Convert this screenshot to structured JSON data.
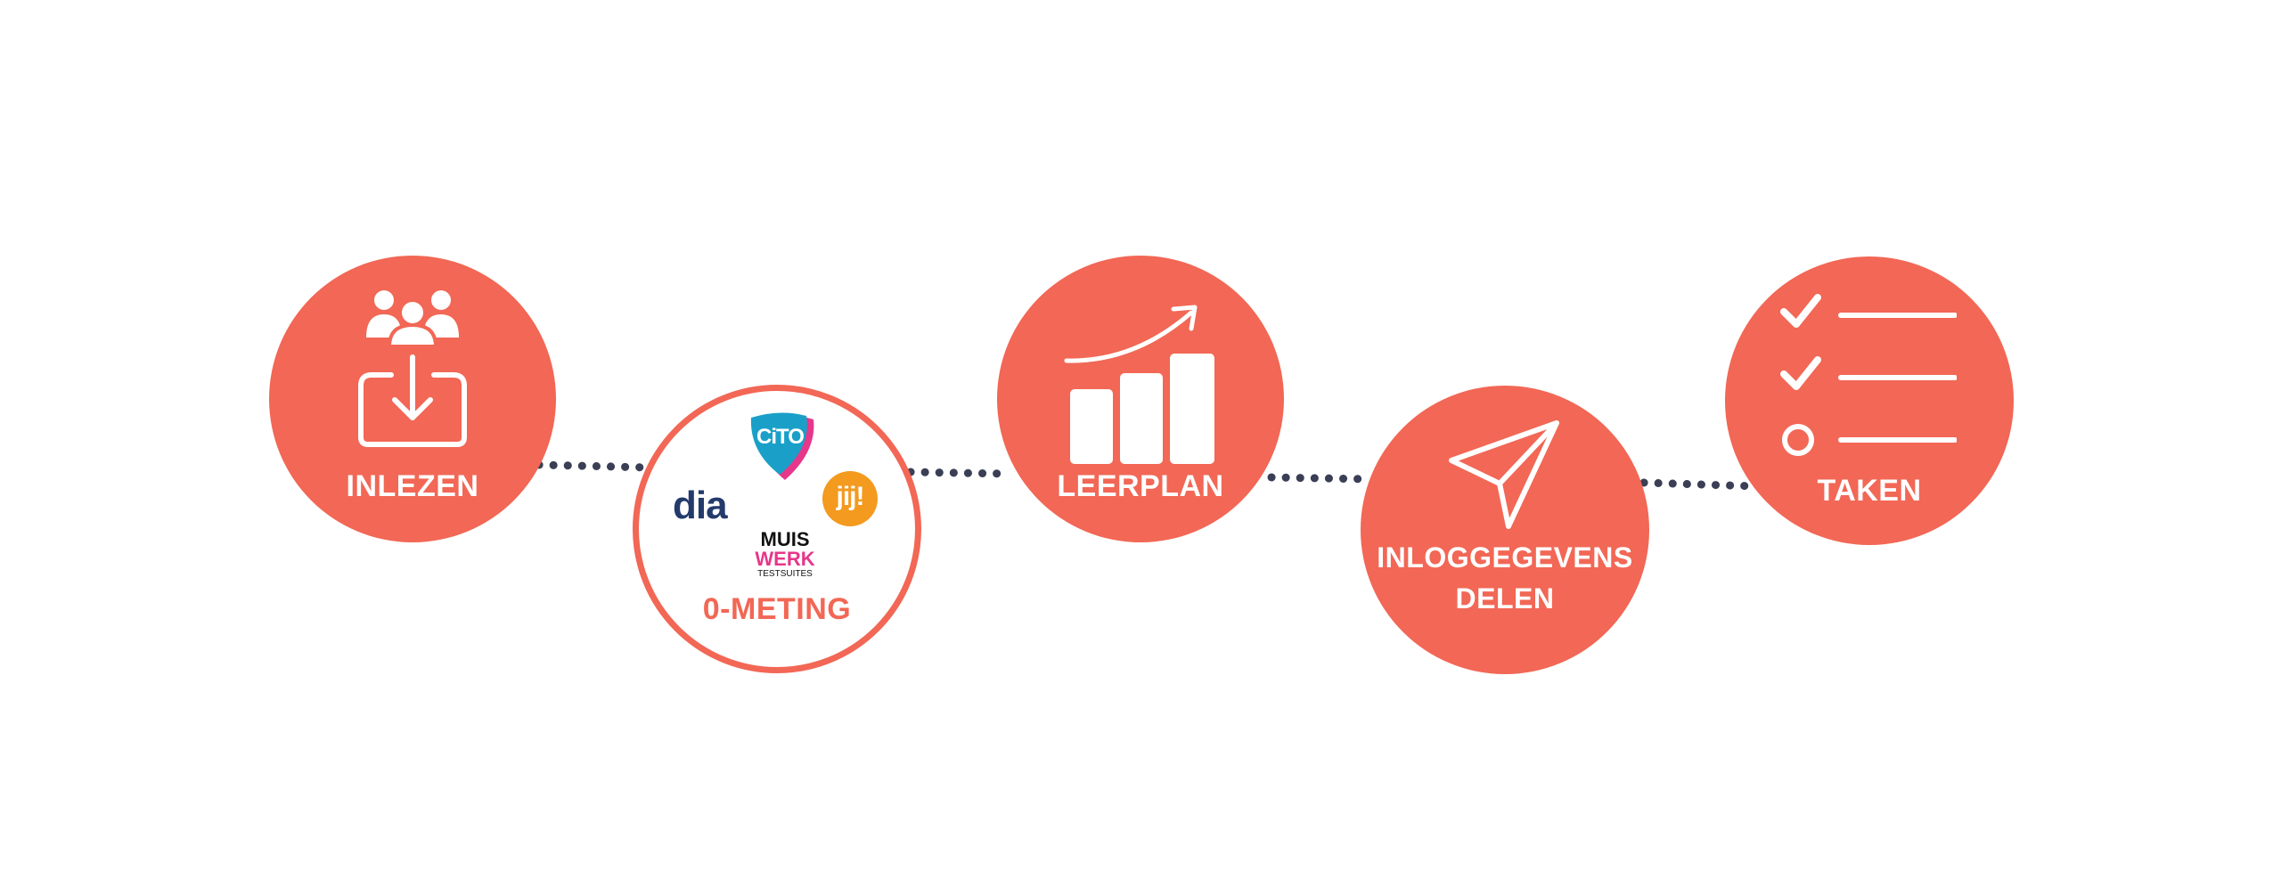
{
  "colors": {
    "accent": "#f26755",
    "connector": "#3a3f55",
    "background": "#ffffff"
  },
  "steps": [
    {
      "label": "INLEZEN",
      "icon": "users-import-icon",
      "style": "filled"
    },
    {
      "label": "0-METING",
      "icon": "test-suppliers-logos",
      "style": "outlined",
      "logos": {
        "cito": "CiTO",
        "dia": "dia",
        "jij": "jij!",
        "muiswerk_line1": "MUIS",
        "muiswerk_line2": "WERK",
        "muiswerk_line3": "TESTSUITES"
      }
    },
    {
      "label": "LEERPLAN",
      "icon": "growth-bar-chart-icon",
      "style": "filled"
    },
    {
      "label_line1": "INLOGGEGEVENS",
      "label_line2": "DELEN",
      "icon": "paper-plane-icon",
      "style": "filled"
    },
    {
      "label": "TAKEN",
      "icon": "checklist-icon",
      "style": "filled"
    }
  ]
}
